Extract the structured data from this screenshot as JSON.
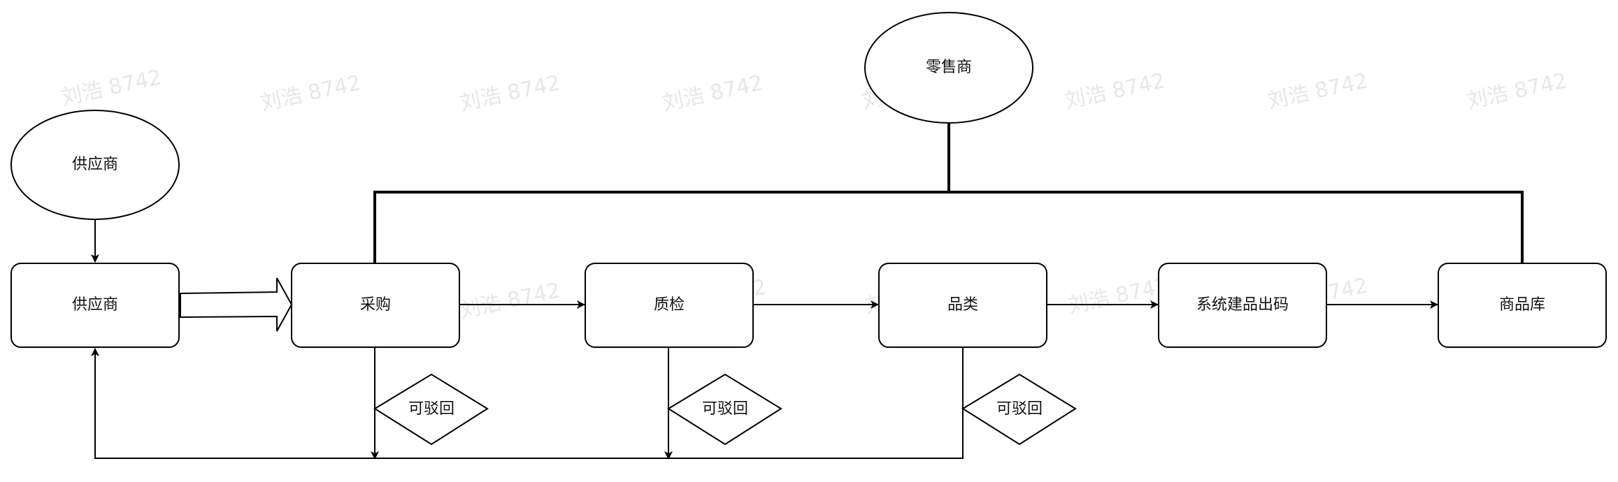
{
  "diagram": {
    "nodes": {
      "supplier_ellipse": "供应商",
      "retailer_ellipse": "零售商",
      "supplier_box": "供应商",
      "purchase": "采购",
      "quality_check": "质检",
      "category": "品类",
      "system_code": "系统建品出码",
      "warehouse": "商品库"
    },
    "decisions": {
      "reject_1": "可驳回",
      "reject_2": "可驳回",
      "reject_3": "可驳回"
    },
    "watermark": "刘浩 8742"
  }
}
